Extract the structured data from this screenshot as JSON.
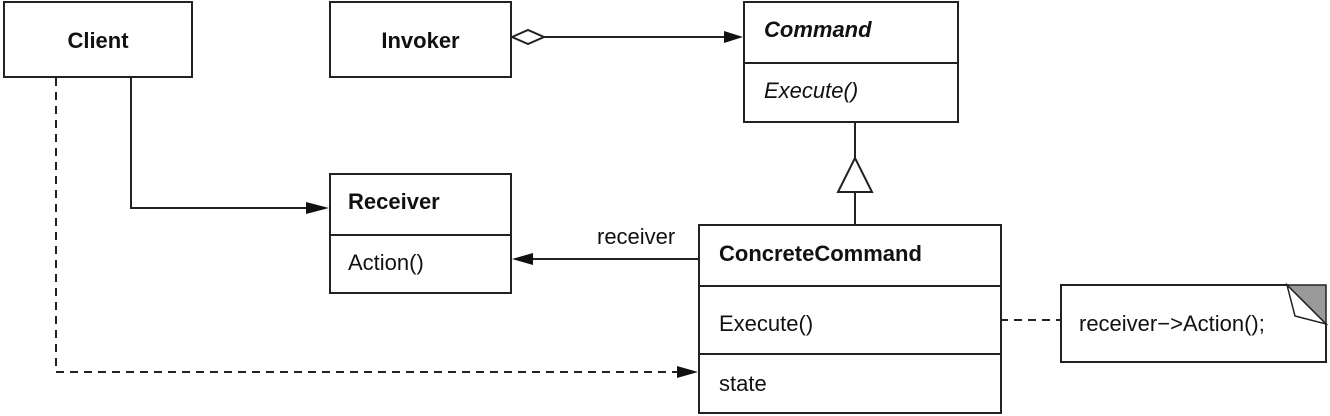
{
  "classes": {
    "client": {
      "name": "Client"
    },
    "invoker": {
      "name": "Invoker"
    },
    "command": {
      "name": "Command",
      "operation": "Execute()"
    },
    "receiver": {
      "name": "Receiver",
      "operation": "Action()"
    },
    "concrete_command": {
      "name": "ConcreteCommand",
      "operation": "Execute()",
      "attribute": "state"
    }
  },
  "labels": {
    "receiver_role": "receiver"
  },
  "note": {
    "text": "receiver−>Action();"
  }
}
